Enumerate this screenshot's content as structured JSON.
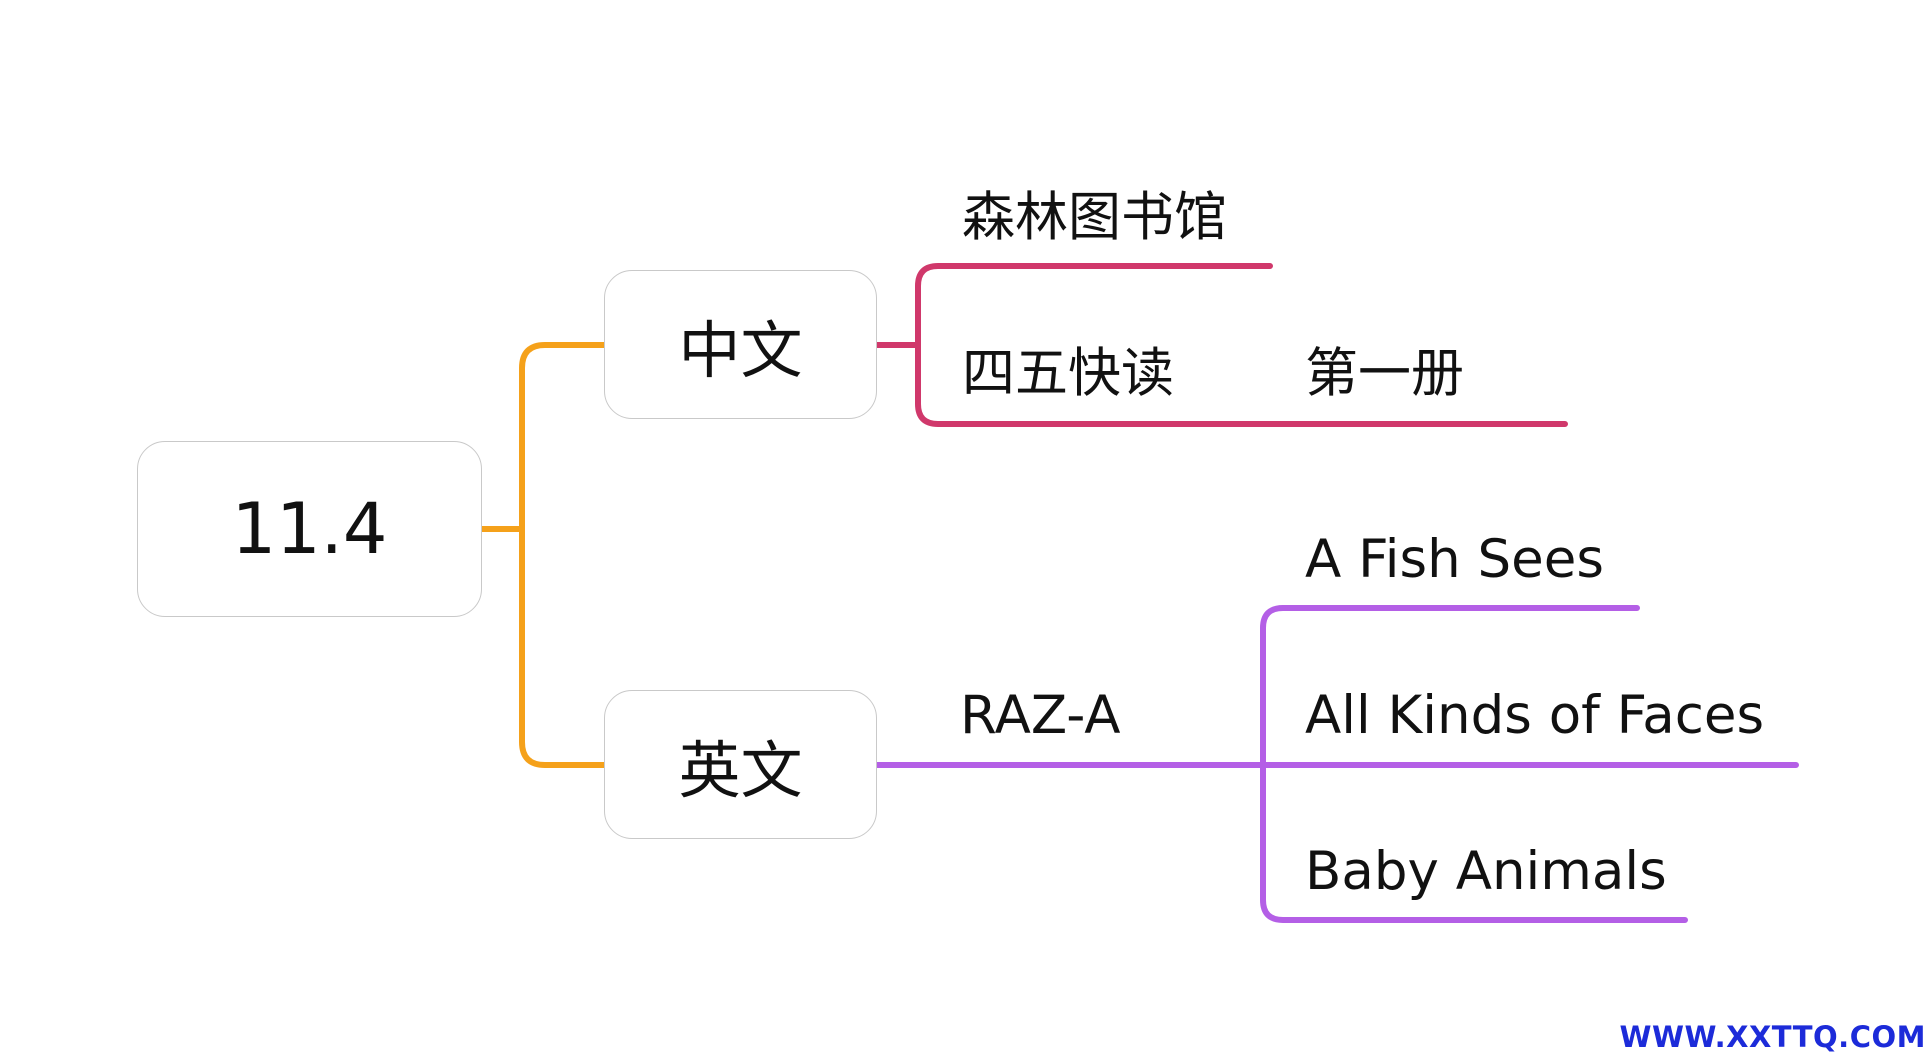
{
  "colors": {
    "root_branch": "#f5a11a",
    "chinese_branch": "#d0386b",
    "english_branch": "#b45fe6",
    "watermark": "#1c2bd9"
  },
  "root": {
    "label": "11.4"
  },
  "chinese": {
    "label": "中文",
    "items": [
      {
        "label": "森林图书馆"
      },
      {
        "label": "四五快读",
        "sub": "第一册"
      }
    ]
  },
  "english": {
    "label": "英文",
    "series": "RAZ-A",
    "books": [
      "A Fish Sees",
      "All Kinds of Faces",
      "Baby Animals"
    ]
  },
  "watermark": "WWW.XXTTQ.COM"
}
